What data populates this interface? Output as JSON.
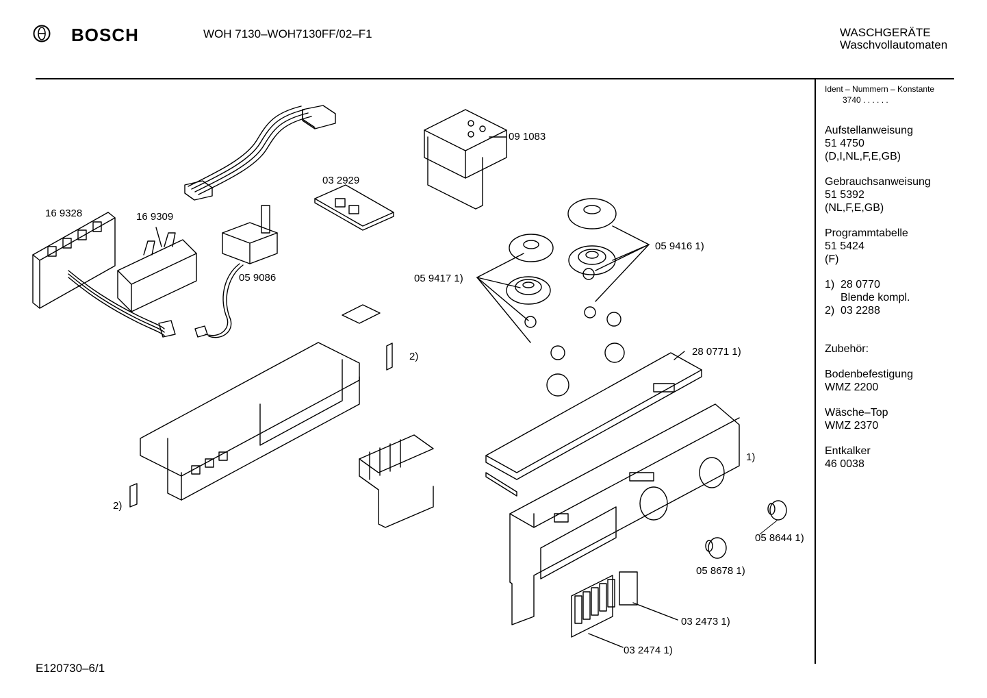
{
  "header": {
    "brand": "BOSCH",
    "model": "WOH 7130–WOH7130FF/02–F1",
    "category_line1": "WASCHGERÄTE",
    "category_line2": "Waschvollautomaten"
  },
  "sidebar": {
    "ident_label": "Ident – Nummern – Konstante",
    "ident_value": "3740  .  .   .  .  .  .",
    "aufstell_title": "Aufstellanweisung",
    "aufstell_number": "51 4750",
    "aufstell_langs": "(D,I,NL,F,E,GB)",
    "gebrauch_title": "Gebrauchsanweisung",
    "gebrauch_number": "51 5392",
    "gebrauch_langs": "(NL,F,E,GB)",
    "programm_title": "Programmtabelle",
    "programm_number": "51 5424",
    "programm_langs": "(F)",
    "note1_marker": "1)",
    "note1_number": "28 0770",
    "note1_text": "Blende kompl.",
    "note2_marker": "2)",
    "note2_number": "03 2288",
    "zubehoer": "Zubehör:",
    "boden_title": "Bodenbefestigung",
    "boden_number": "WMZ 2200",
    "waesche_title": "Wäsche–Top",
    "waesche_number": "WMZ 2370",
    "entkalker_title": "Entkalker",
    "entkalker_number": "46 0038"
  },
  "callouts": {
    "c169328": "16 9328",
    "c169309": "16 9309",
    "c032929": "03 2929",
    "c091083": "09 1083",
    "c059086": "05 9086",
    "c059416": "05 9416 1)",
    "c059417": "05 9417 1)",
    "c280771": "28 0771 1)",
    "c2a": "2)",
    "c2b": "2)",
    "c1": "1)",
    "c058644": "05 8644 1)",
    "c058678": "05 8678 1)",
    "c032473": "03 2473 1)",
    "c032474": "03 2474 1)"
  },
  "footer": {
    "drawing_id": "E120730–6/1"
  }
}
